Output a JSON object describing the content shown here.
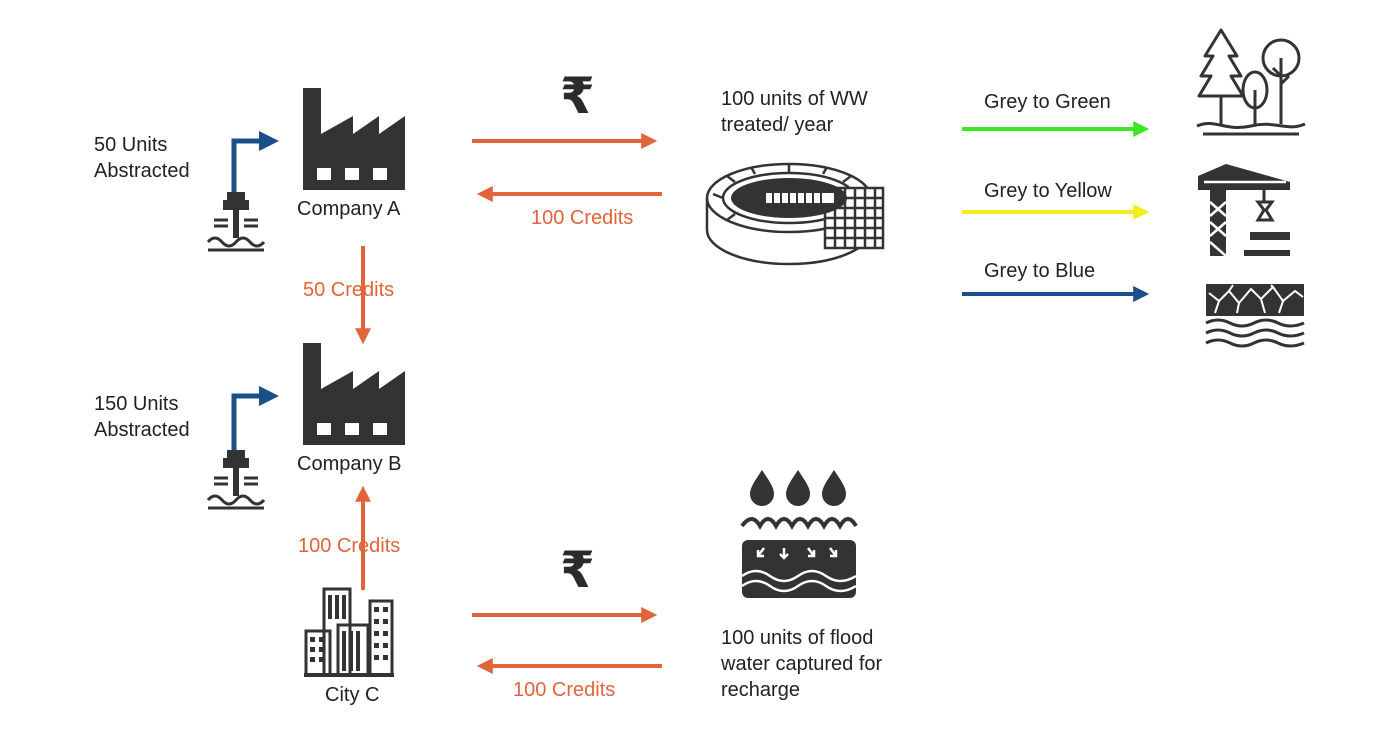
{
  "colors": {
    "orange": "#e2643a",
    "blue": "#1b4f8a",
    "green": "#3ee626",
    "yellow": "#f2ee1e",
    "dark_icon": "#333333"
  },
  "icons": [
    "factory-icon",
    "pump-icon",
    "treatment-plant-icon",
    "city-buildings-icon",
    "rain-recharge-icon",
    "trees-icon",
    "construction-crane-icon",
    "soil-aquifer-icon",
    "rupee-icon"
  ],
  "company_a": {
    "abstracted": "50 Units\nAbstracted",
    "label": "Company A"
  },
  "company_b": {
    "abstracted": "150 Units\nAbstracted",
    "label": "Company B"
  },
  "city_c": {
    "label": "City C"
  },
  "credits": {
    "a_from_plant": "100 Credits",
    "a_to_b": "50 Credits",
    "c_to_b": "100 Credits",
    "c_from_flood": "100 Credits"
  },
  "currency_symbol": "₹",
  "treatment": {
    "label": "100 units of WW\ntreated/ year"
  },
  "flood": {
    "label": "100 units of flood\nwater captured for\nrecharge"
  },
  "reuse": {
    "green": "Grey to Green",
    "yellow": "Grey to Yellow",
    "blue": "Grey to Blue"
  }
}
